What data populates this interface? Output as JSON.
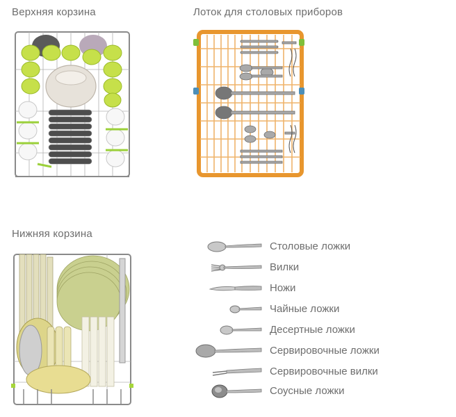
{
  "sections": {
    "upper_basket": "Верхняя корзина",
    "cutlery_tray": "Лоток для столовых приборов",
    "lower_basket": "Нижняя корзина"
  },
  "legend": [
    {
      "label": "Столовые ложки",
      "icon": "tablespoon-icon"
    },
    {
      "label": "Вилки",
      "icon": "fork-icon"
    },
    {
      "label": "Ножи",
      "icon": "knife-icon"
    },
    {
      "label": "Чайные ложки",
      "icon": "teaspoon-icon"
    },
    {
      "label": "Десертные ложки",
      "icon": "dessert-spoon-icon"
    },
    {
      "label": "Сервировочные ложки",
      "icon": "serving-spoon-icon"
    },
    {
      "label": "Сервировочные вилки",
      "icon": "serving-fork-icon"
    },
    {
      "label": "Соусные ложки",
      "icon": "sauce-ladle-icon"
    }
  ],
  "colors": {
    "basket_wire": "#8a8a8a",
    "holder_green": "#a8d23a",
    "tray_orange": "#e8962e",
    "steel": "#9a9a9a",
    "plate_cream": "#e6e2b8",
    "plate_green": "#c8cf90"
  }
}
